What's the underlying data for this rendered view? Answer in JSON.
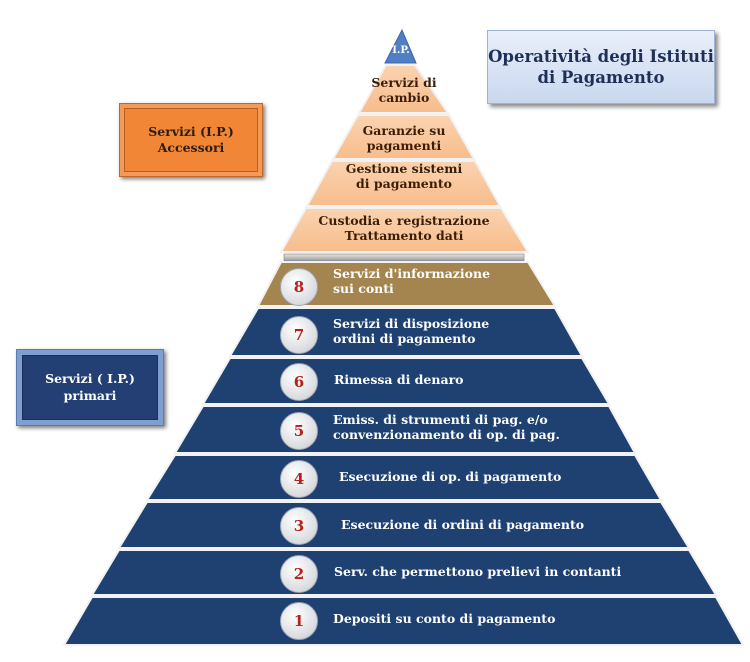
{
  "title": "Operatività degli Istituti di Pagamento",
  "legend": {
    "accessori": "Servizi (I.P.) Accessori",
    "primari": "Servizi ( I.P.) primari"
  },
  "pyramid": {
    "peak": "I.P.",
    "accessory_tiers": [
      "Servizi di cambio",
      "Garanzie su pagamenti",
      "Gestione sistemi di pagamento",
      "Custodia e registrazione Trattamento dati"
    ],
    "services": [
      {
        "number": "8",
        "label": "Servizi d'informazione sui conti"
      },
      {
        "number": "7",
        "label": "Servizi di disposizione ordini di pagamento"
      },
      {
        "number": "6",
        "label": "Rimessa di denaro"
      },
      {
        "number": "5",
        "label": "Emiss. di strumenti di pag. e/o convenzionamento di op. di pag."
      },
      {
        "number": "4",
        "label": "Esecuzione di op. di pagamento"
      },
      {
        "number": "3",
        "label": "Esecuzione di ordini di pagamento"
      },
      {
        "number": "2",
        "label": "Serv. che permettono prelievi in contanti"
      },
      {
        "number": "1",
        "label": "Depositi su conto di pagamento"
      }
    ]
  },
  "colors": {
    "peak": "#4f7fc4",
    "accessory": "#f9c9a0",
    "info_band": "#a48550",
    "primary_band": "#1e4172",
    "number": "#b5221c"
  }
}
